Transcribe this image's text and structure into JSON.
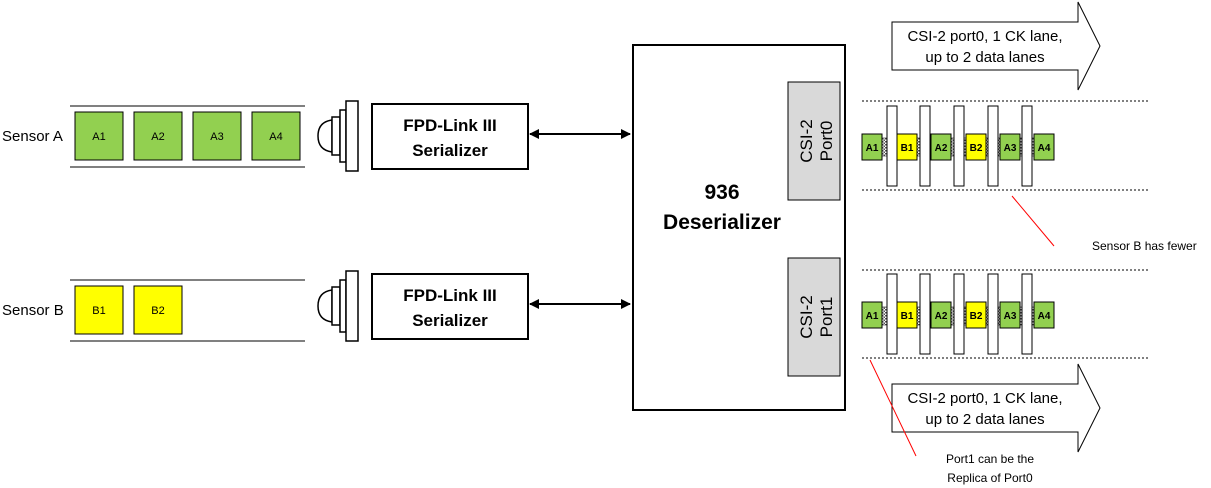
{
  "colors": {
    "green": "#92d050",
    "yellow": "#ffff00",
    "gray": "#d9d9d9",
    "callout_line": "#ff0000"
  },
  "sensors": [
    {
      "label": "Sensor A",
      "cells": [
        "A1",
        "A2",
        "A3",
        "A4"
      ]
    },
    {
      "label": "Sensor B",
      "cells": [
        "B1",
        "B2"
      ]
    }
  ],
  "serializers": [
    {
      "line1": "FPD-Link III",
      "line2": "Serializer"
    },
    {
      "line1": "FPD-Link III",
      "line2": "Serializer"
    }
  ],
  "deserializer": {
    "line1": "936",
    "line2": "Deserializer"
  },
  "csi_ports": [
    {
      "line1": "CSI-2",
      "line2": "Port0"
    },
    {
      "line1": "CSI-2",
      "line2": "Port1"
    }
  ],
  "output_streams": [
    {
      "cells": [
        "A1",
        "B1",
        "A2",
        "B2",
        "A3",
        "A4"
      ]
    },
    {
      "cells": [
        "A1",
        "B1",
        "A2",
        "B2",
        "A3",
        "A4"
      ]
    }
  ],
  "output_arrows": [
    {
      "line1": "CSI-2 port0, 1 CK lane,",
      "line2": "up to 2 data lanes"
    },
    {
      "line1": "CSI-2 port0, 1 CK lane,",
      "line2": "up to 2 data lanes"
    }
  ],
  "notes": {
    "sensor_b": "Sensor B has fewer",
    "port1_line1": "Port1 can be the",
    "port1_line2": "Replica of Port0"
  }
}
